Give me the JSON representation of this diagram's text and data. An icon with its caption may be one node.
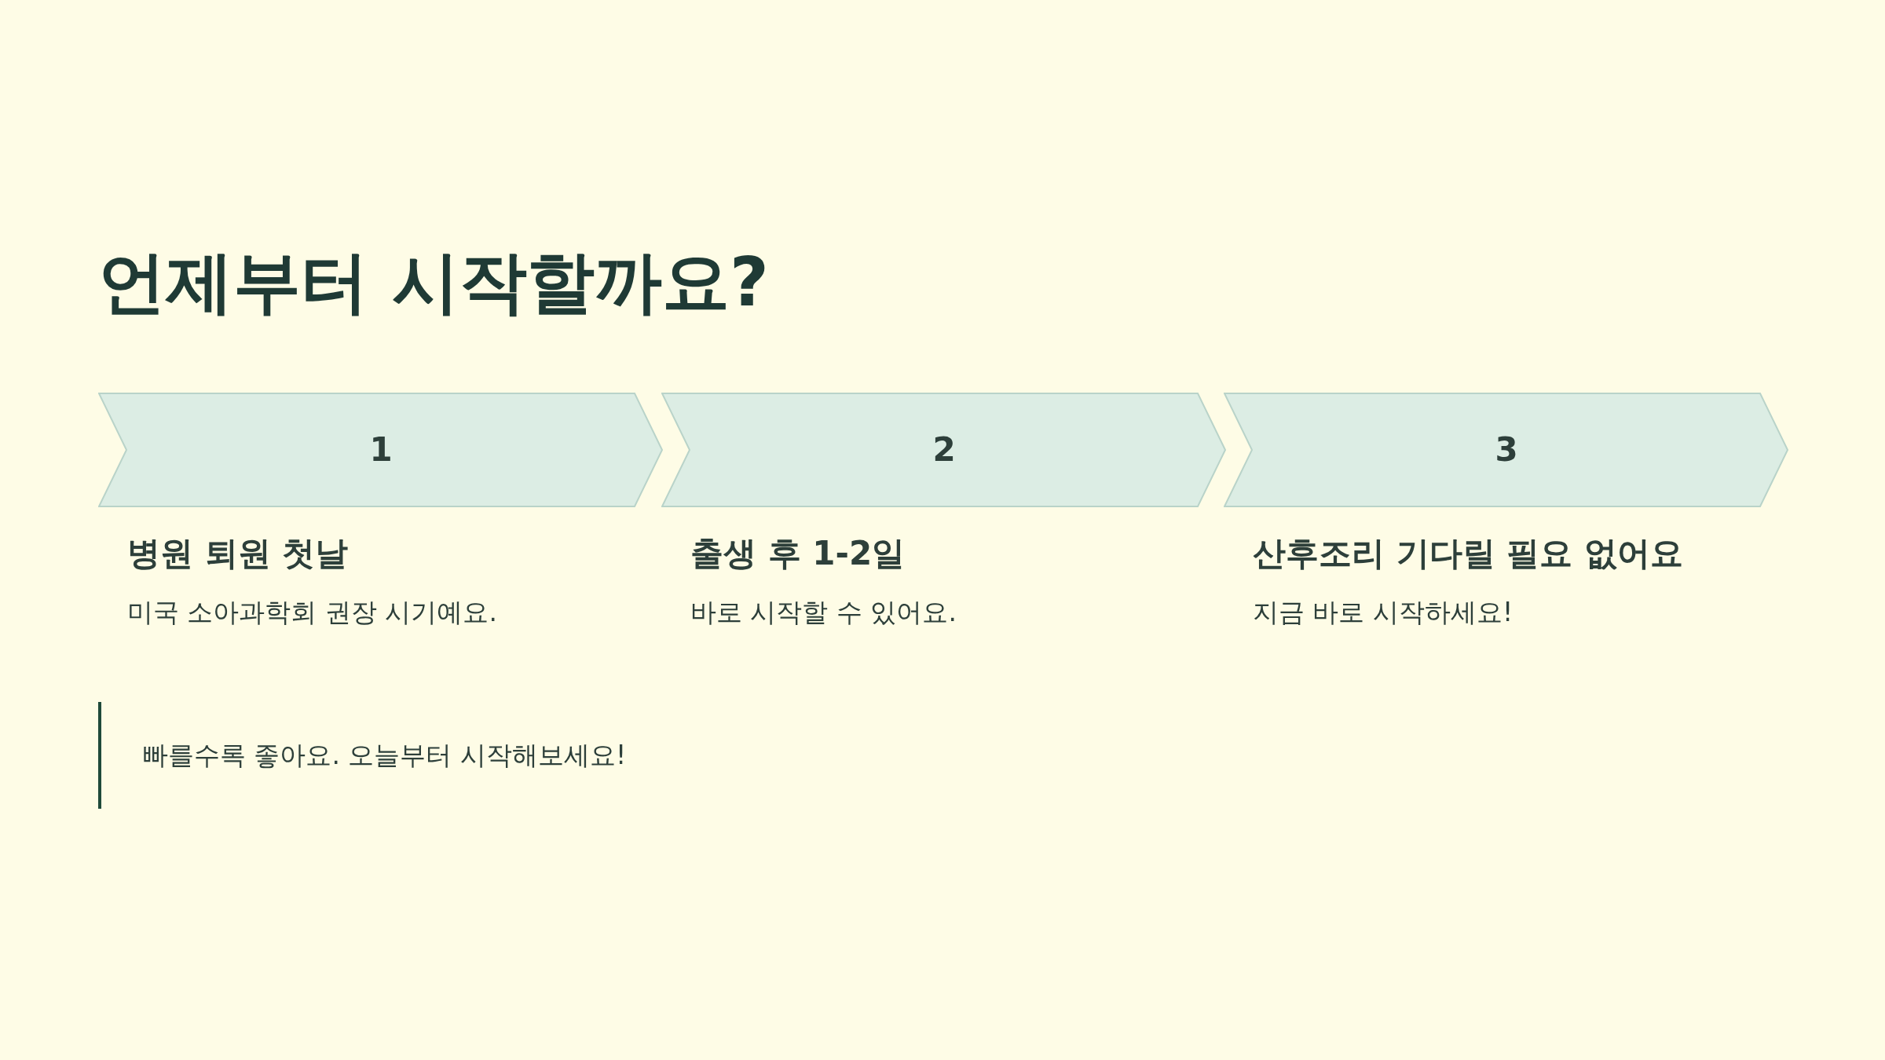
{
  "diagram": {
    "title": "언제부터 시작할까요?",
    "nodes": [
      {
        "text": [
          "1"
        ],
        "beside": [
          "병원 퇴원 첫날",
          "미국 소아과학회 권장 시기예요."
        ]
      },
      {
        "text": [
          "2"
        ],
        "beside": [
          "출생 후 1-2일",
          "바로 시작할 수 있어요."
        ]
      },
      {
        "text": [
          "3"
        ],
        "beside": [
          "산후조리 기다릴 필요 없어요",
          "지금 바로 시작하세요!"
        ]
      },
      {
        "text": [
          "빠를수록 좋아요. 오늘부터 시작해보세요!"
        ]
      }
    ]
  }
}
